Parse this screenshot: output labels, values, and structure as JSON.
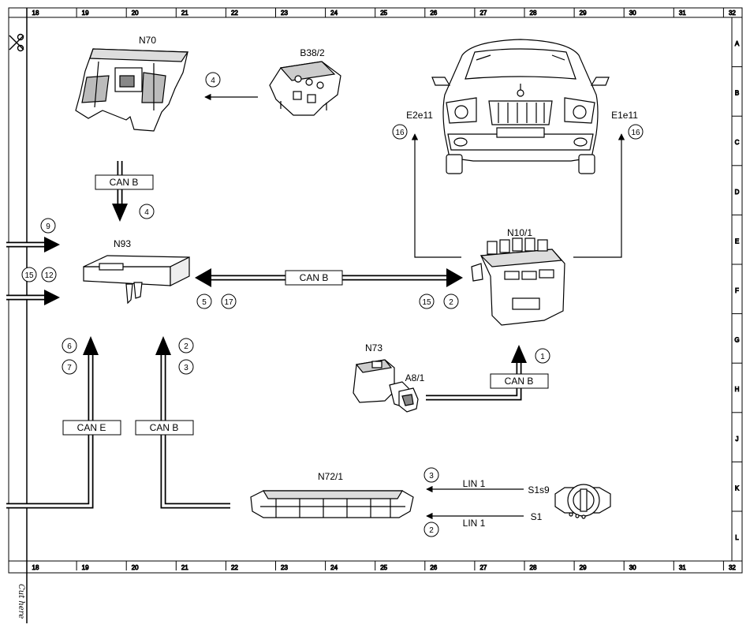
{
  "border": {
    "column_numbers": [
      "18",
      "19",
      "20",
      "21",
      "22",
      "23",
      "24",
      "25",
      "26",
      "27",
      "28",
      "29",
      "30",
      "31",
      "32"
    ],
    "row_letters": [
      "A",
      "B",
      "C",
      "D",
      "E",
      "F",
      "G",
      "H",
      "J",
      "K",
      "L"
    ]
  },
  "cut_here": "Cut here",
  "components": {
    "n70": "N70",
    "b38_2": "B38/2",
    "n93": "N93",
    "n10_1": "N10/1",
    "e2e11": "E2e11",
    "e1e11": "E1e11",
    "n73": "N73",
    "a8_1": "A8/1",
    "n72_1": "N72/1",
    "s1s9": "S1s9",
    "s1": "S1"
  },
  "buses": {
    "can_b": "CAN B",
    "can_e": "CAN E",
    "lin_1": "LIN 1"
  },
  "markers": {
    "b38_to_n70": "4",
    "can_b_down": "4",
    "e2e11": "16",
    "e1e11": "16",
    "input_top": "9",
    "input_15": "15",
    "input_12": "12",
    "n93_left_5": "5",
    "n93_left_17": "17",
    "n10_right_15": "15",
    "n10_right_2": "2",
    "n73_up": "1",
    "can_e_6": "6",
    "can_e_7": "7",
    "can_b_2": "2",
    "can_b_3": "3",
    "lin_s1s9": "3",
    "lin_s1": "2"
  }
}
